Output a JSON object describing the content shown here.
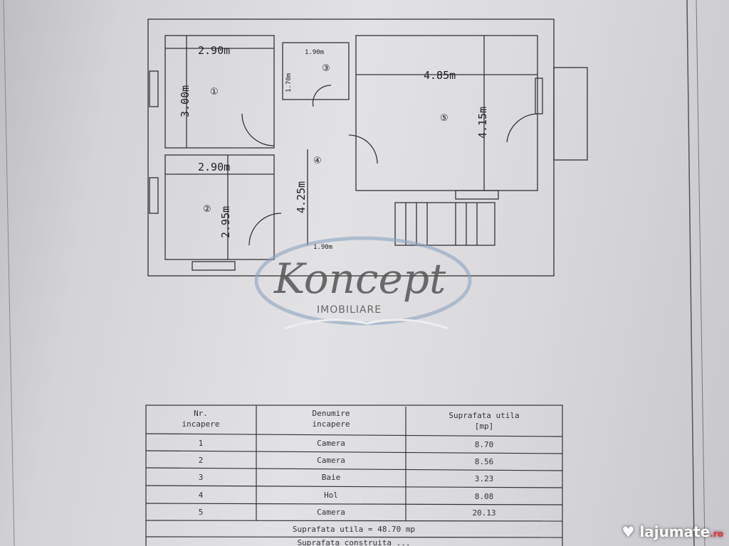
{
  "plan": {
    "dimensions": {
      "room1_width": "2.90m",
      "room1_height": "3.00m",
      "room2_width": "2.90m",
      "room2_height": "2.95m",
      "room3_width": "1.90m",
      "room3_height": "1.70m",
      "room4_height": "4.25m",
      "room4_bottom_width": "1.90m",
      "room5_width": "4.85m",
      "room5_height": "4.15m"
    },
    "room_markers": [
      "①",
      "②",
      "③",
      "④",
      "⑤"
    ]
  },
  "table": {
    "headers": [
      "Nr. incapere",
      "Denumire incapere",
      "Suprafata utila [mp]"
    ],
    "header_lines": {
      "col1": [
        "Nr.",
        "incapere"
      ],
      "col2": [
        "Denumire",
        "incapere"
      ],
      "col3": [
        "Suprafata utila",
        "[mp]"
      ]
    },
    "rows": [
      {
        "nr": "1",
        "name": "Camera",
        "area": "8.70"
      },
      {
        "nr": "2",
        "name": "Camera",
        "area": "8.56"
      },
      {
        "nr": "3",
        "name": "Baie",
        "area": "3.23"
      },
      {
        "nr": "4",
        "name": "Hol",
        "area": "8.08"
      },
      {
        "nr": "5",
        "name": "Camera",
        "area": "20.13"
      }
    ],
    "total_useful": "Suprafata utila = 48.70 mp",
    "built_area": "Suprafata construita ..."
  },
  "watermark": {
    "brand": "Koncept",
    "sub": "IMOBILIARE"
  },
  "site_logo": {
    "name": "lajumate",
    "tld": ".ro"
  }
}
